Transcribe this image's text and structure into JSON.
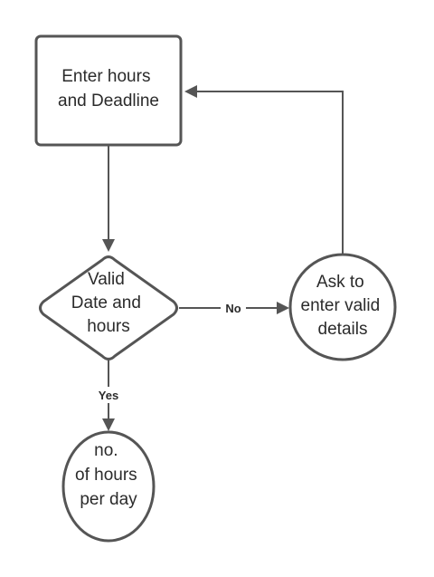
{
  "nodes": {
    "start": {
      "lines": [
        "Enter hours",
        "and Deadline"
      ]
    },
    "decision": {
      "lines": [
        "Valid",
        "Date and",
        "hours"
      ]
    },
    "ask": {
      "lines": [
        "Ask to",
        "enter valid",
        "details"
      ]
    },
    "result": {
      "lines": [
        "no.",
        "of hours",
        "per day"
      ]
    }
  },
  "edges": {
    "no_label": "No",
    "yes_label": "Yes"
  },
  "colors": {
    "stroke": "#555555",
    "text": "#2b2b2b",
    "background": "#ffffff"
  }
}
